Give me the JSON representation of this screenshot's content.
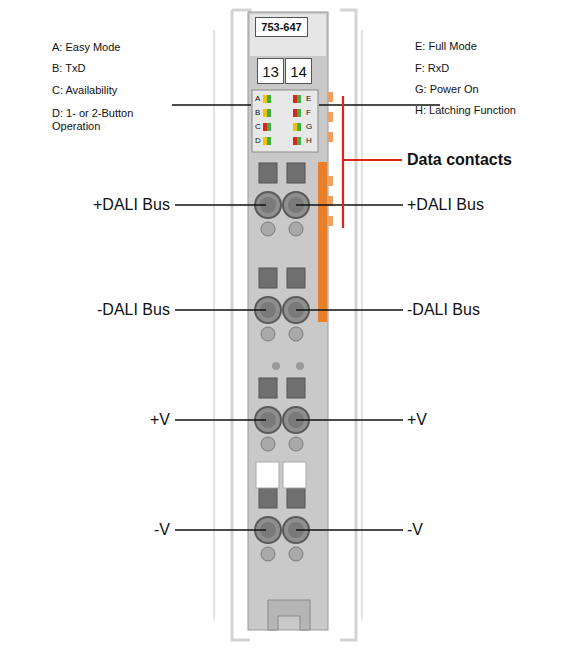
{
  "diagram": {
    "nodes": [
      {
        "text": [
          "753-647"
        ]
      },
      {
        "text": [
          "13"
        ]
      },
      {
        "text": [
          "14"
        ]
      }
    ],
    "labels": [
      "A: Easy Mode",
      "B: TxD",
      "C: Availability",
      "D: 1- or 2-Button Operation",
      "E: Full Mode",
      "F: RxD",
      "G: Power On",
      "H: Latching Function",
      "A",
      "B",
      "C",
      "D",
      "E",
      "F",
      "G",
      "H",
      "Data contacts",
      "+DALI Bus",
      "+DALI Bus",
      "-DALI Bus",
      "-DALI Bus",
      "+V",
      "+V",
      "-V",
      "-V"
    ]
  }
}
